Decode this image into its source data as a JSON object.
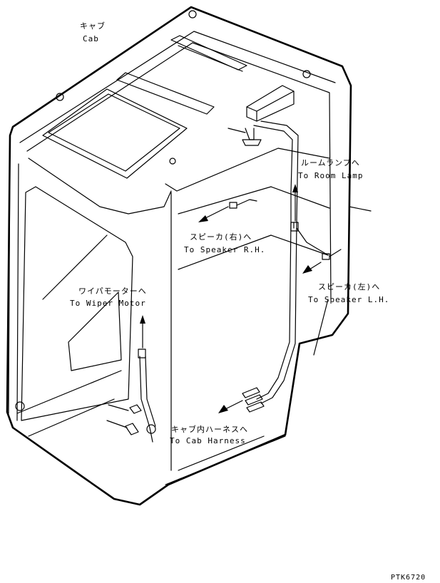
{
  "labels": {
    "cab_jp": "キャブ",
    "cab_en": "Cab",
    "room_lamp_jp": "ルームランプへ",
    "room_lamp_en": "To Room Lamp",
    "speaker_rh_jp": "スピーカ(右)へ",
    "speaker_rh_en": "To Speaker R.H.",
    "wiper_motor_jp": "ワイパモーターへ",
    "wiper_motor_en": "To Wiper Motor",
    "speaker_lh_jp": "スピーカ(左)へ",
    "speaker_lh_en": "To Speaker L.H.",
    "cab_harness_jp": "キャブ内ハーネスへ",
    "cab_harness_en": "To Cab Harness",
    "drawing_code": "PTK6720"
  }
}
